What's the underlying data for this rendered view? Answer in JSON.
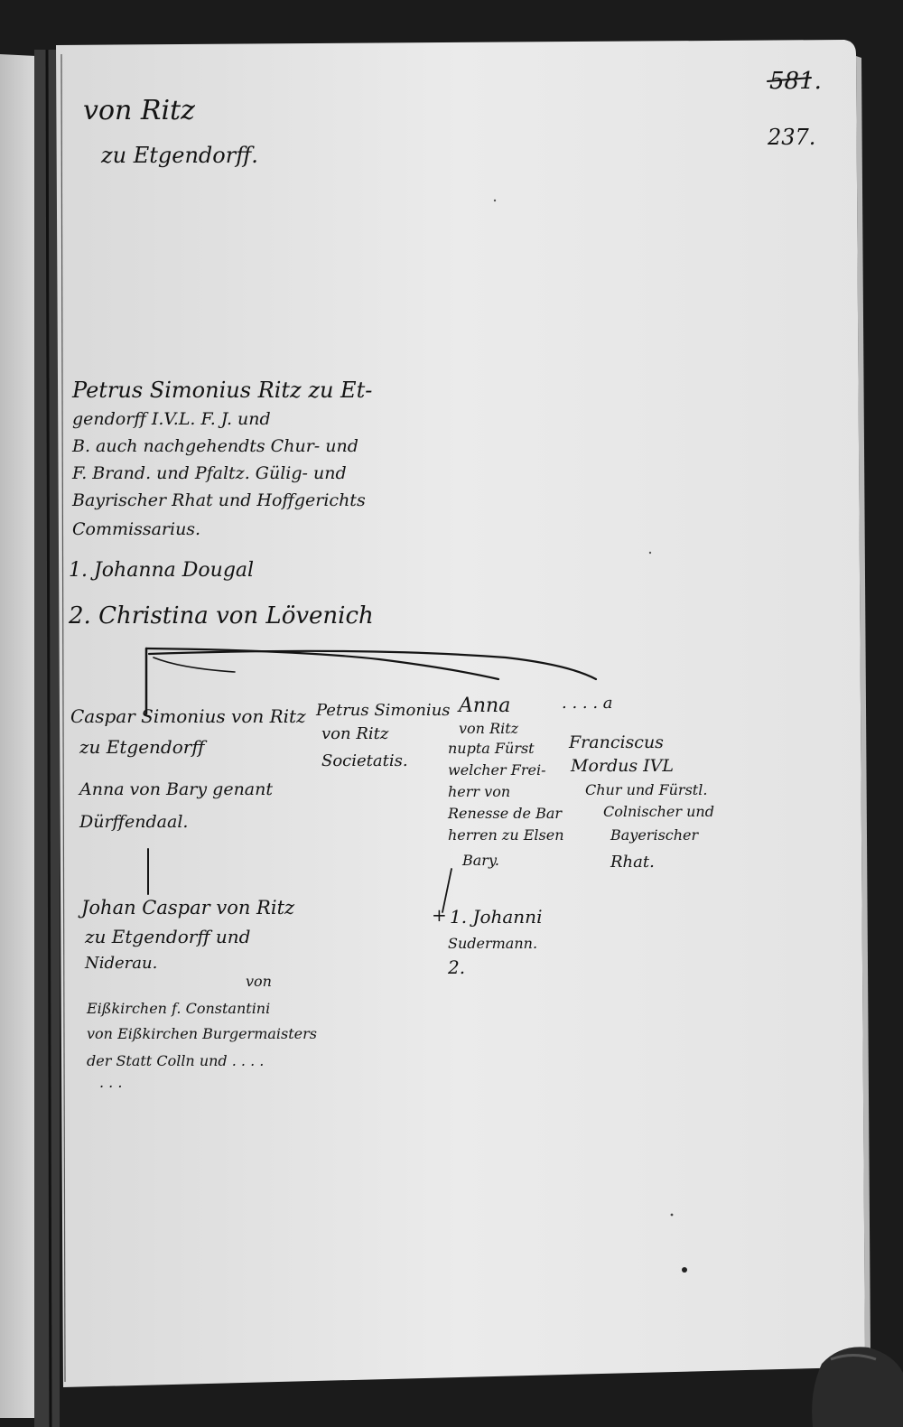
{
  "header": {
    "title": "von Ritz",
    "subtitle": "zu Etgendorff.",
    "folio_old": "581.",
    "folio_new": "237."
  },
  "progenitor": {
    "lines": [
      "Petrus Simonius Ritz zu Et-",
      "gendorff I.V.L. F. J. und",
      "B. auch nachgehendts Chur- und",
      "F. Brand. und Pfaltz. Gülig- und",
      "Bayrischer Rhat und Hoffgerichts",
      "Commissarius."
    ],
    "spouses": [
      "1. Johanna Dougal",
      "2. Christina von Lövenich"
    ]
  },
  "children": {
    "caspar": [
      "Caspar Simonius von Ritz",
      "zu Etgendorff",
      "Anna von Bary genant",
      "Dürffendaal."
    ],
    "petrus": [
      "Petrus Simonius",
      "von Ritz",
      "Societatis."
    ],
    "anna": [
      "Anna",
      "von Ritz",
      "nupta Fürst",
      "welcher Frei-",
      "herr von",
      "Renesse de Bar",
      "herren zu Elsen",
      "Bary."
    ],
    "anna_marks": [
      "+",
      "1. Johanni",
      "Sudermann.",
      "2."
    ],
    "franciscus_prefix": ". . . . a",
    "franciscus": [
      "Franciscus",
      "Mordus IVL",
      "Chur und Fürstl.",
      "Colnischer und",
      "Bayerischer",
      "Rhat."
    ]
  },
  "grandchild": {
    "lines": [
      "Johan Caspar von Ritz",
      "zu Etgendorff und",
      "Niderau."
    ],
    "marriage_von": "von",
    "marriage": [
      "Eißkirchen f. Constantini",
      "von Eißkirchen Burgermaisters",
      "der Statt Colln und . . . ."
    ],
    "trailing": ". . ."
  }
}
